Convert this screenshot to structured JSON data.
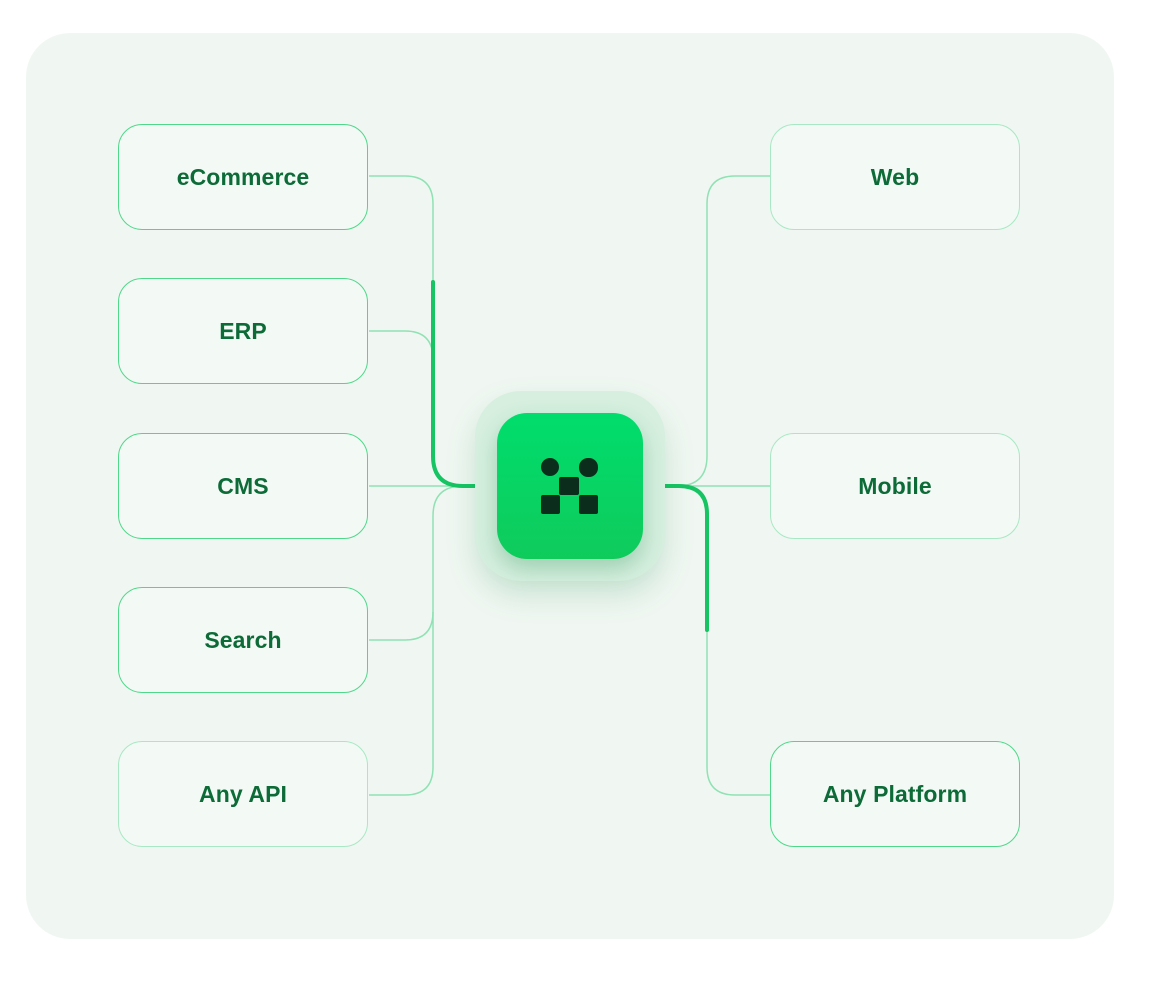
{
  "diagram": {
    "hub_icon": "integration-logo-icon",
    "sources": [
      {
        "label": "eCommerce"
      },
      {
        "label": "ERP"
      },
      {
        "label": "CMS"
      },
      {
        "label": "Search"
      },
      {
        "label": "Any API"
      }
    ],
    "destinations": [
      {
        "label": "Web"
      },
      {
        "label": "Mobile"
      },
      {
        "label": "Any Platform"
      }
    ],
    "colors": {
      "accent": "#00dd6c",
      "line": "#3ccf7a",
      "text": "#0d6b38",
      "background": "#f0f7f2"
    }
  }
}
